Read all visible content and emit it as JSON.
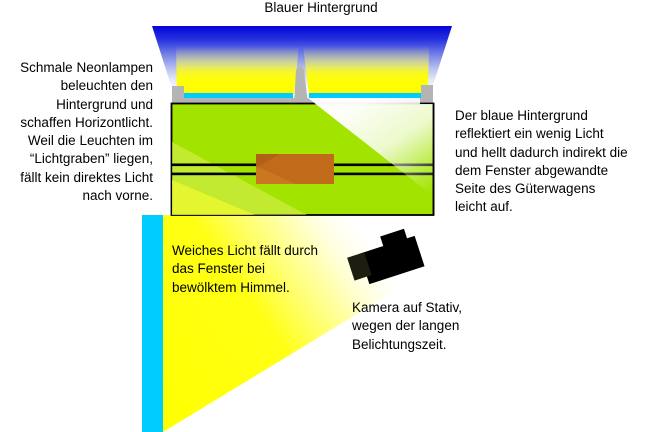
{
  "title": "Blauer Hintergrund",
  "labels": {
    "neon_lamps": "Schmale Neonlampen\nbeleuchten den\nHintergrund und\nschaffen Horizontlicht.\nWeil die Leuchten im\n“Lichtgraben” liegen,\nfällt kein direktes Licht\nnach vorne.",
    "reflection": "Der blaue Hintergrund\nreflektiert ein wenig Licht\nund hellt dadurch indirekt die\ndem Fenster abgewandte\nSeite des Güterwagens\nleicht auf.",
    "window_light": "Weiches Licht fällt durch\ndas Fenster bei\nbewölktem Himmel.",
    "camera": "Kamera auf Stativ,\nwegen der langen\nBelichtungszeit."
  },
  "colors": {
    "background_blue": "#0404D8",
    "neon_cyan": "#00CCFF",
    "light_yellow": "#FFFF00",
    "scene_green": "#A2E400",
    "wagon_brown": "#C06A1A",
    "trench_gray": "#B4B4B4",
    "camera_black": "#000000"
  }
}
